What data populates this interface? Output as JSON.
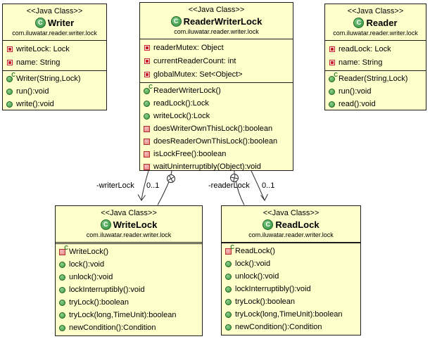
{
  "icons": {
    "class_letter": "C"
  },
  "colors": {
    "box_fill": "#ffffcc",
    "box_border": "#1c1c1c",
    "public_green": "#3c9a44",
    "private_red": "#c62222",
    "line": "#2b2b2b"
  },
  "classes": {
    "writer": {
      "stereotype": "<<Java Class>>",
      "name": "Writer",
      "package": "com.iluwatar.reader.writer.lock",
      "fields": [
        {
          "icon": "field-private",
          "label": "writeLock: Lock"
        },
        {
          "icon": "field-private",
          "label": "name: String"
        }
      ],
      "methods": [
        {
          "icon": "ctor-public",
          "label": "Writer(String,Lock)"
        },
        {
          "icon": "method-public",
          "label": "run():void"
        },
        {
          "icon": "method-public",
          "label": "write():void"
        }
      ]
    },
    "readerWriterLock": {
      "stereotype": "<<Java Class>>",
      "name": "ReaderWriterLock",
      "package": "com.iluwatar.reader.writer.lock",
      "fields": [
        {
          "icon": "field-private",
          "label": "readerMutex: Object"
        },
        {
          "icon": "field-private",
          "label": "currentReaderCount: int"
        },
        {
          "icon": "field-private",
          "label": "globalMutex: Set<Object>"
        }
      ],
      "methods": [
        {
          "icon": "ctor-public",
          "label": "ReaderWriterLock()"
        },
        {
          "icon": "method-public",
          "label": "readLock():Lock"
        },
        {
          "icon": "method-public",
          "label": "writeLock():Lock"
        },
        {
          "icon": "method-private",
          "label": "doesWriterOwnThisLock():boolean"
        },
        {
          "icon": "method-private",
          "label": "doesReaderOwnThisLock():boolean"
        },
        {
          "icon": "method-private",
          "label": "isLockFree():boolean"
        },
        {
          "icon": "method-private",
          "label": "waitUninterruptibly(Object):void"
        }
      ]
    },
    "reader": {
      "stereotype": "<<Java Class>>",
      "name": "Reader",
      "package": "com.iluwatar.reader.writer.lock",
      "fields": [
        {
          "icon": "field-private",
          "label": "readLock: Lock"
        },
        {
          "icon": "field-private",
          "label": "name: String"
        }
      ],
      "methods": [
        {
          "icon": "ctor-public",
          "label": "Reader(String,Lock)"
        },
        {
          "icon": "method-public",
          "label": "run():void"
        },
        {
          "icon": "method-public",
          "label": "read():void"
        }
      ]
    },
    "writeLock": {
      "stereotype": "<<Java Class>>",
      "name": "WriteLock",
      "package": "com.iluwatar.reader.writer.lock",
      "fields": [],
      "methods": [
        {
          "icon": "ctor-private",
          "label": "WriteLock()"
        },
        {
          "icon": "method-public",
          "label": "lock():void"
        },
        {
          "icon": "method-public",
          "label": "unlock():void"
        },
        {
          "icon": "method-public",
          "label": "lockInterruptibly():void"
        },
        {
          "icon": "method-public",
          "label": "tryLock():boolean"
        },
        {
          "icon": "method-public",
          "label": "tryLock(long,TimeUnit):boolean"
        },
        {
          "icon": "method-public",
          "label": "newCondition():Condition"
        }
      ]
    },
    "readLock": {
      "stereotype": "<<Java Class>>",
      "name": "ReadLock",
      "package": "com.iluwatar.reader.writer.lock",
      "fields": [],
      "methods": [
        {
          "icon": "ctor-private",
          "label": "ReadLock()"
        },
        {
          "icon": "method-public",
          "label": "lock():void"
        },
        {
          "icon": "method-public",
          "label": "unlock():void"
        },
        {
          "icon": "method-public",
          "label": "lockInterruptibly():void"
        },
        {
          "icon": "method-public",
          "label": "tryLock():boolean"
        },
        {
          "icon": "method-public",
          "label": "tryLock(long,TimeUnit):boolean"
        },
        {
          "icon": "method-public",
          "label": "newCondition():Condition"
        }
      ]
    }
  },
  "connectors": {
    "writer_lock": {
      "name": "-writerLock",
      "multiplicity": "0..1"
    },
    "reader_lock": {
      "name": "-readerLock",
      "multiplicity": "0..1"
    }
  }
}
